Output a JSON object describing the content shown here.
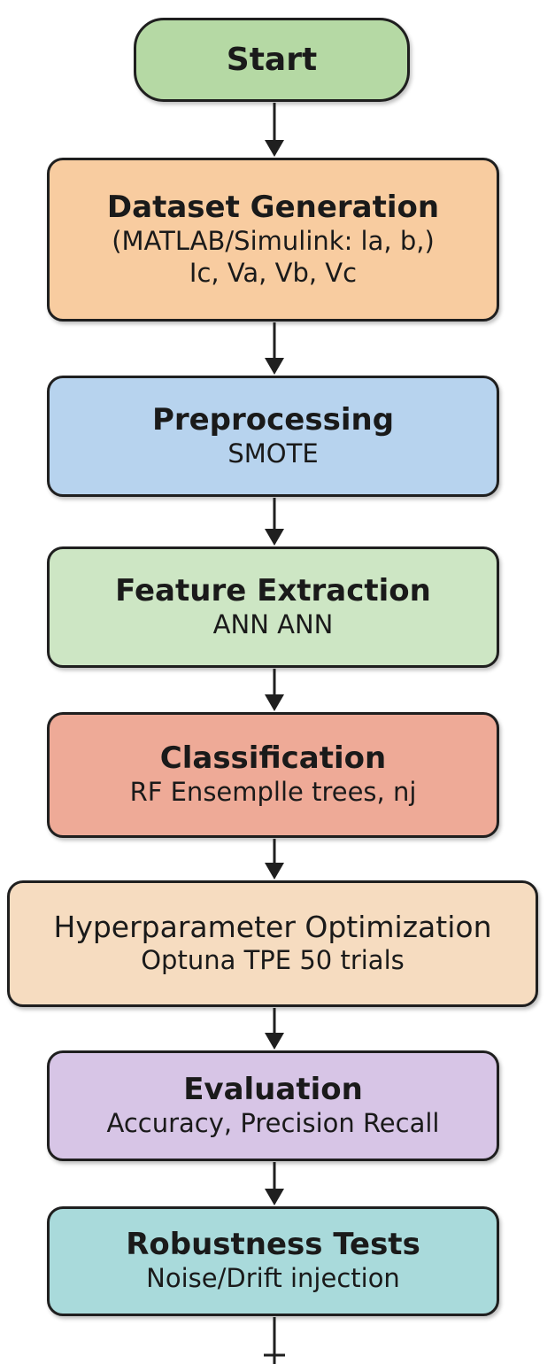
{
  "colors": {
    "start": "#b5d9a4",
    "dataset": "#f8cca0",
    "preprocessing": "#b7d3ee",
    "feature": "#cde6c4",
    "classification": "#eeaa97",
    "hyperparameter": "#f6dcc0",
    "evaluation": "#d7c5e6",
    "robustness": "#a9dadb",
    "stroke": "#1f1f1f"
  },
  "nodes": [
    {
      "title": "Start"
    },
    {
      "title": "Dataset Generation",
      "lines": [
        "(MATLAB/Simulink: la, b,)",
        "Ic, Va, Vb, Vc"
      ]
    },
    {
      "title": "Preprocessing",
      "lines": [
        "SMOTE"
      ]
    },
    {
      "title": "Feature Extraction",
      "lines": [
        "ANN  ANN"
      ]
    },
    {
      "title": "Classification",
      "lines": [
        "RF  Ensemplle trees, nj"
      ]
    },
    {
      "title": "Hyperparameter Optimization",
      "lines": [
        "Optuna TPE  50 trials"
      ]
    },
    {
      "title": "Evaluation",
      "lines": [
        "Accuracy, Precision  Recall"
      ]
    },
    {
      "title": "Robustness Tests",
      "lines": [
        "Noise/Drift injection"
      ]
    }
  ]
}
